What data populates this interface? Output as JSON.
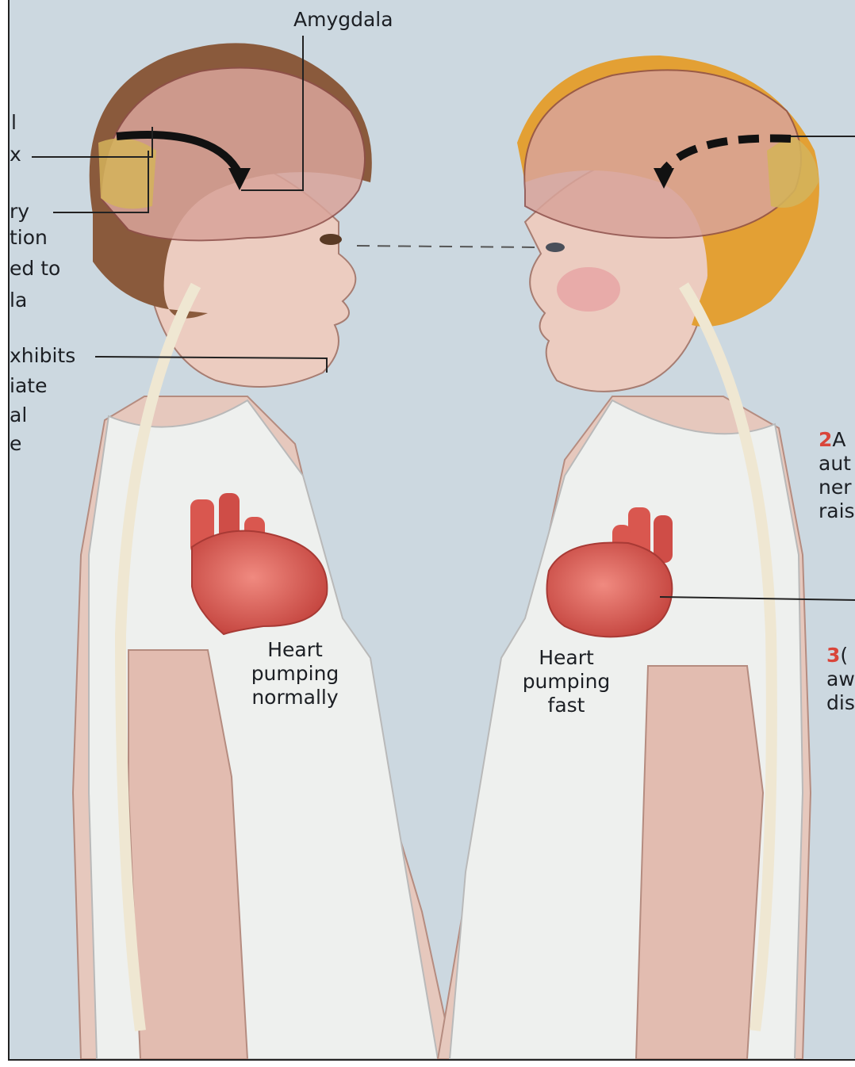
{
  "labels": {
    "amygdala": "Amygdala",
    "left_line_1": "l",
    "left_line_2": "x",
    "left_line_3": "ry",
    "left_line_4": "tion",
    "left_line_5": "ed to",
    "left_line_6": "la",
    "left_line_7": "xhibits",
    "left_line_8": "iate",
    "left_line_9": "al",
    "left_line_10": "e",
    "heart_left": [
      "Heart",
      "pumping",
      "normally"
    ],
    "heart_right": [
      "Heart",
      "pumping",
      "fast"
    ],
    "right_2_num": "2",
    "right_2_lines": [
      "A",
      "aut",
      "ner",
      "rais"
    ],
    "right_3_num": "3",
    "right_3_lines": [
      "(",
      "aw",
      "dis"
    ]
  },
  "colors": {
    "background": "#ccd8e0",
    "left_head": "#8a5a3c",
    "right_head": "#e3a034",
    "heart": "#d9574f",
    "skin": "#e8c6bb",
    "shirt": "#eef0ee",
    "label_number": "#d9453a"
  }
}
